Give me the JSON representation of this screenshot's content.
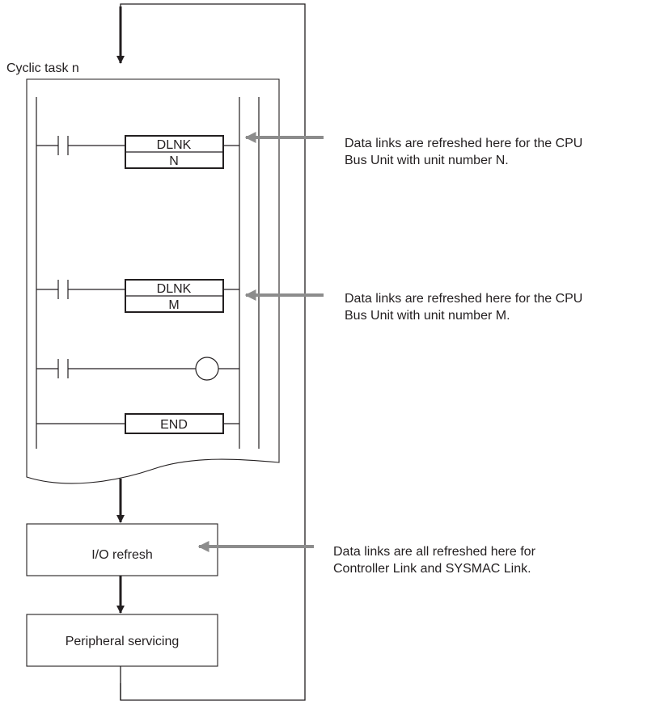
{
  "task_label": "Cyclic task n",
  "rungs": [
    {
      "instruction": "DLNK",
      "operand": "N"
    },
    {
      "instruction": "DLNK",
      "operand": "M"
    }
  ],
  "end_instruction": "END",
  "process_boxes": {
    "io_refresh": "I/O refresh",
    "peripheral": "Peripheral servicing"
  },
  "annotations": [
    {
      "line1": "Data links are refreshed here for the CPU",
      "line2": "Bus Unit with unit number N."
    },
    {
      "line1": "Data links are refreshed here for the CPU",
      "line2": "Bus Unit with unit number M."
    },
    {
      "line1": "Data links are all refreshed here for",
      "line2": "Controller Link and SYSMAC Link."
    }
  ],
  "colors": {
    "line": "#231f20",
    "annotation_arrow": "#8c8c8c"
  }
}
